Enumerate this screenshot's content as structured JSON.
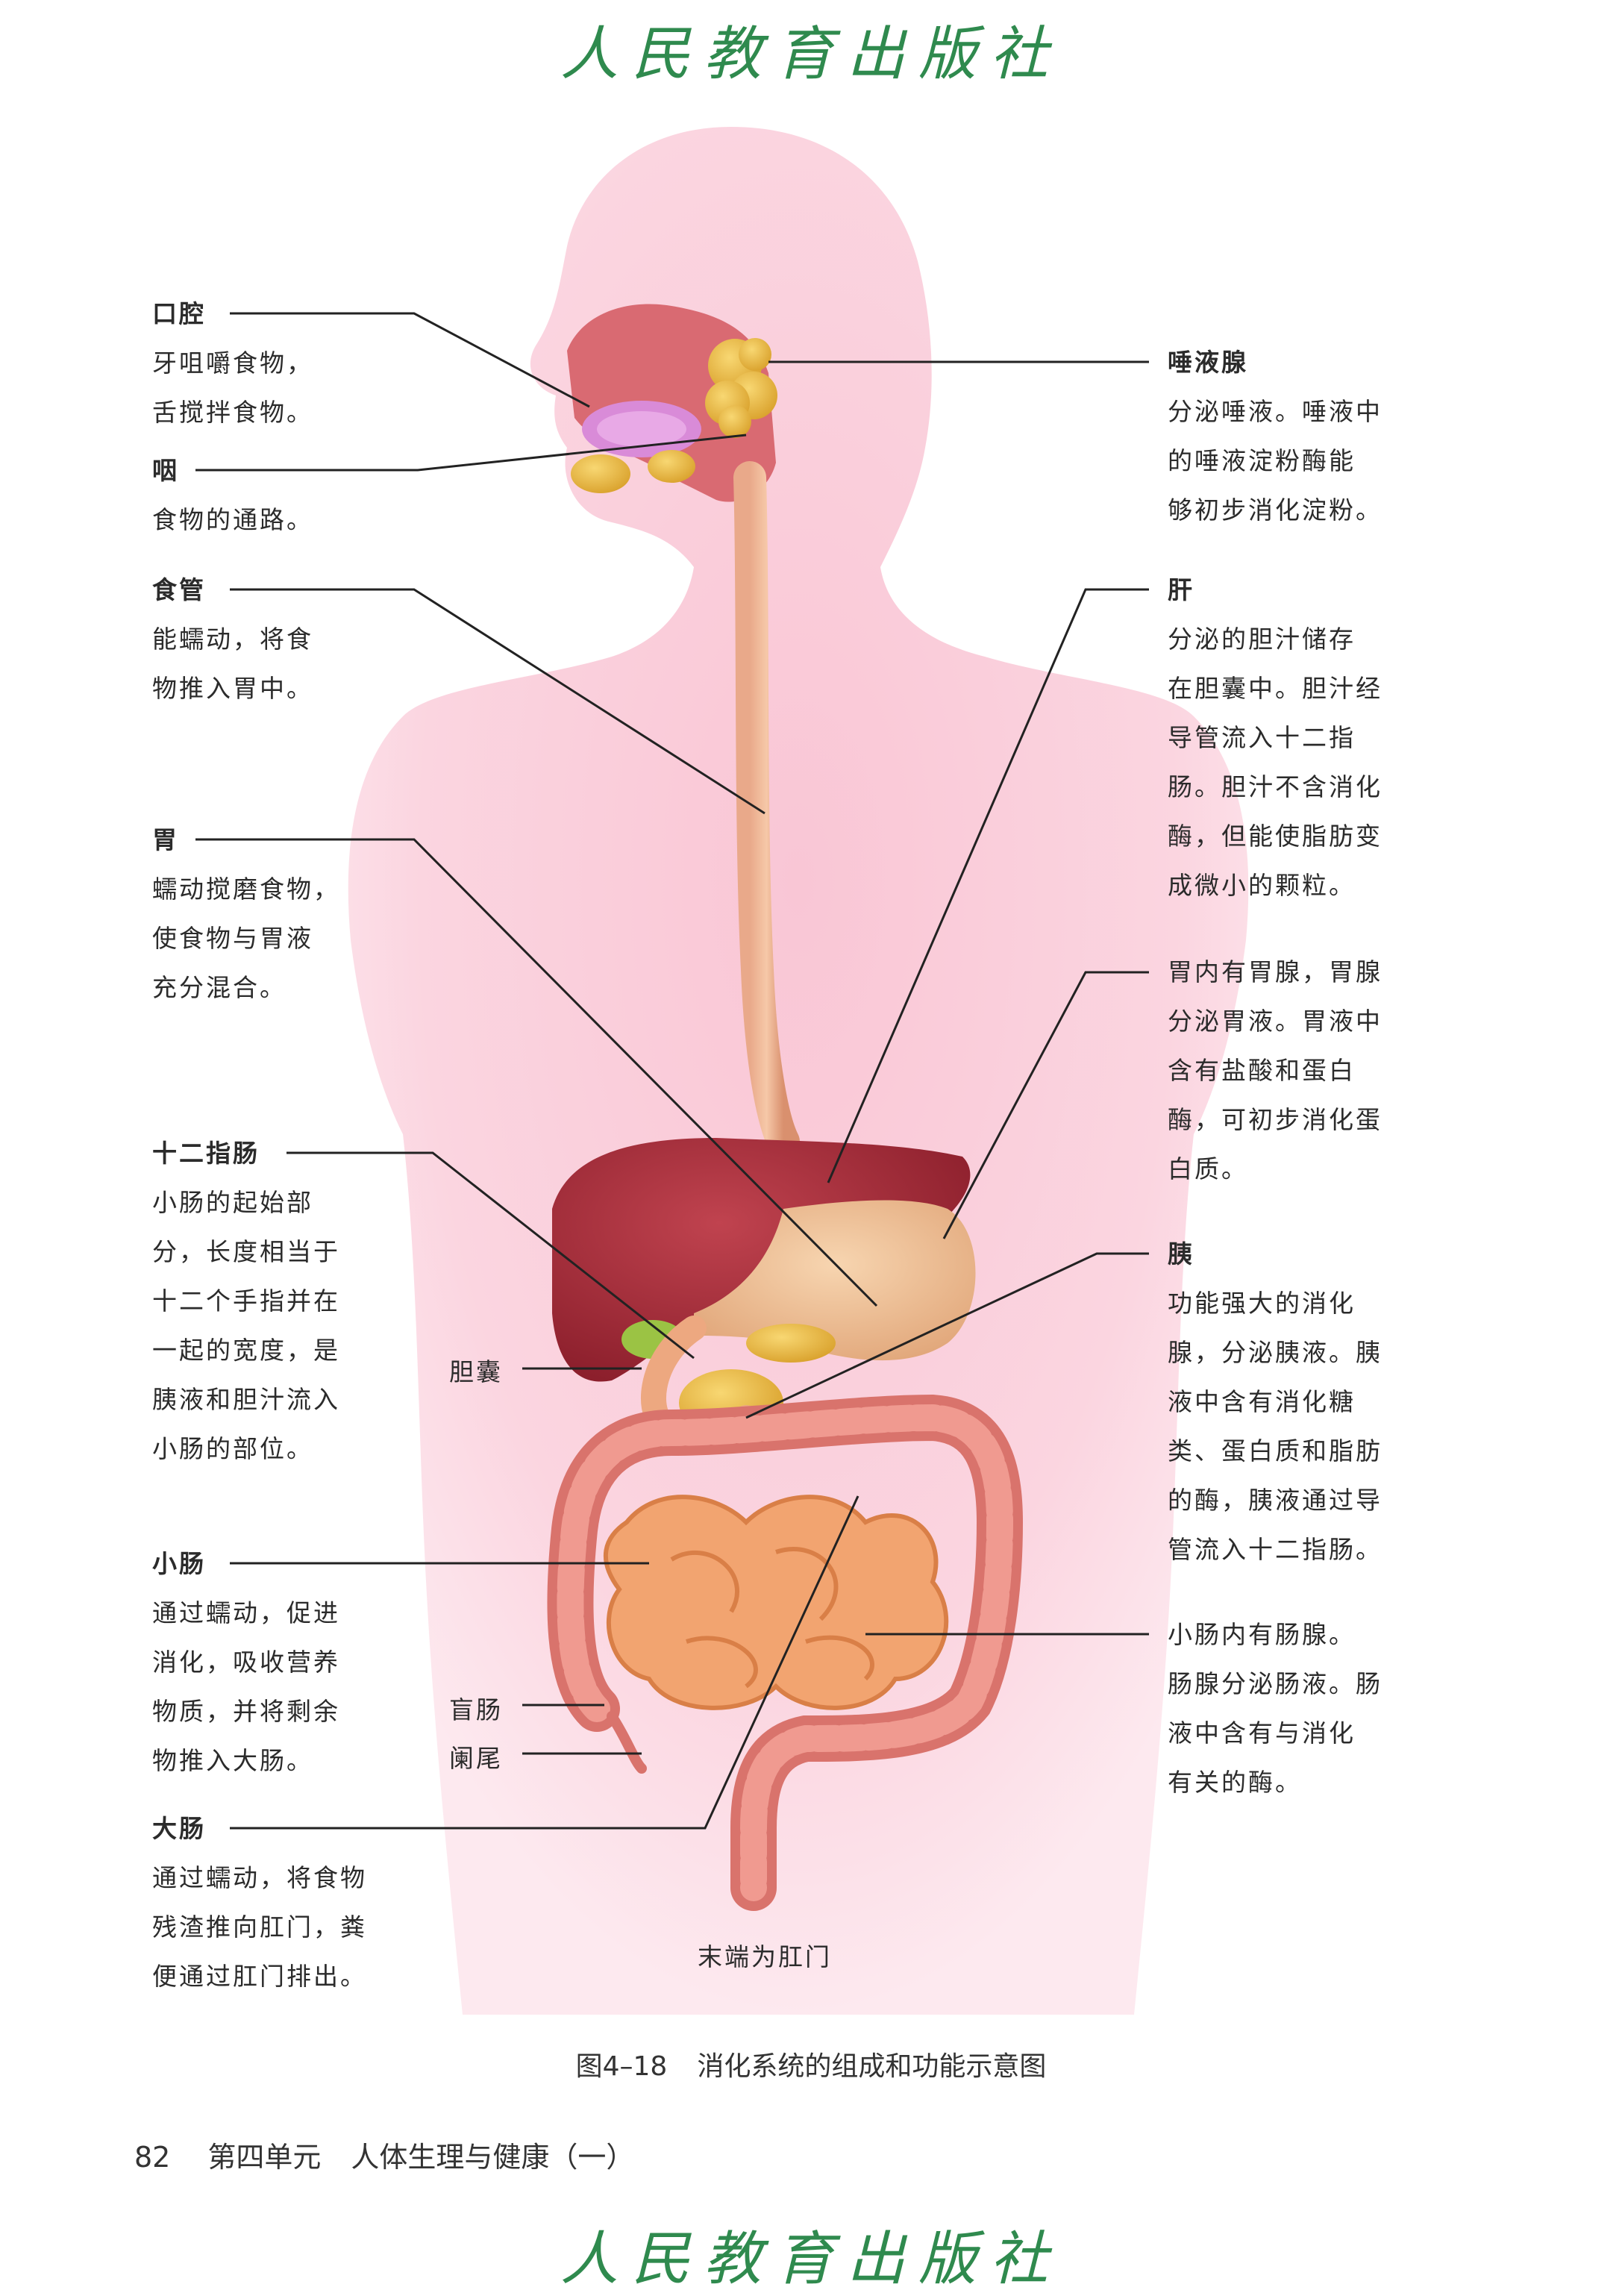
{
  "publisher": "人民教育出版社",
  "labels": {
    "oral": {
      "title": "口腔",
      "desc": "牙咀嚼食物，\n舌搅拌食物。"
    },
    "pharynx": {
      "title": "咽",
      "desc": "食物的通路。"
    },
    "esophagus": {
      "title": "食管",
      "desc": "能蠕动，将食\n物推入胃中。"
    },
    "stomach": {
      "title": "胃",
      "desc": "蠕动搅磨食物，\n使食物与胃液\n充分混合。"
    },
    "duodenum": {
      "title": "十二指肠",
      "desc": "小肠的起始部\n分，长度相当于\n十二个手指并在\n一起的宽度，是\n胰液和胆汁流入\n小肠的部位。"
    },
    "small_intestine": {
      "title": "小肠",
      "desc": "通过蠕动，促进\n消化，吸收营养\n物质，并将剩余\n物推入大肠。"
    },
    "large_intestine": {
      "title": "大肠",
      "desc": "通过蠕动，将食物\n残渣推向肛门，粪\n便通过肛门排出。"
    },
    "salivary": {
      "title": "唾液腺",
      "desc": "分泌唾液。唾液中\n的唾液淀粉酶能\n够初步消化淀粉。"
    },
    "liver": {
      "title": "肝",
      "desc": "分泌的胆汁储存\n在胆囊中。胆汁经\n导管流入十二指\n肠。胆汁不含消化\n酶，但能使脂肪变\n成微小的颗粒。"
    },
    "gastric": {
      "desc": "胃内有胃腺，胃腺\n分泌胃液。胃液中\n含有盐酸和蛋白\n酶，可初步消化蛋\n白质。"
    },
    "pancreas": {
      "title": "胰",
      "desc": "功能强大的消化\n腺，分泌胰液。胰\n液中含有消化糖\n类、蛋白质和脂肪\n的酶，胰液通过导\n管流入十二指肠。"
    },
    "intestinal": {
      "desc": "小肠内有肠腺。\n肠腺分泌肠液。肠\n液中含有与消化\n有关的酶。"
    }
  },
  "small_labels": {
    "gallbladder": "胆囊",
    "cecum": "盲肠",
    "appendix": "阑尾",
    "anus": "末端为肛门"
  },
  "caption": {
    "number": "图4–18",
    "text": "消化系统的组成和功能示意图"
  },
  "footer": {
    "page": "82",
    "unit": "第四单元",
    "title": "人体生理与健康（一）"
  }
}
